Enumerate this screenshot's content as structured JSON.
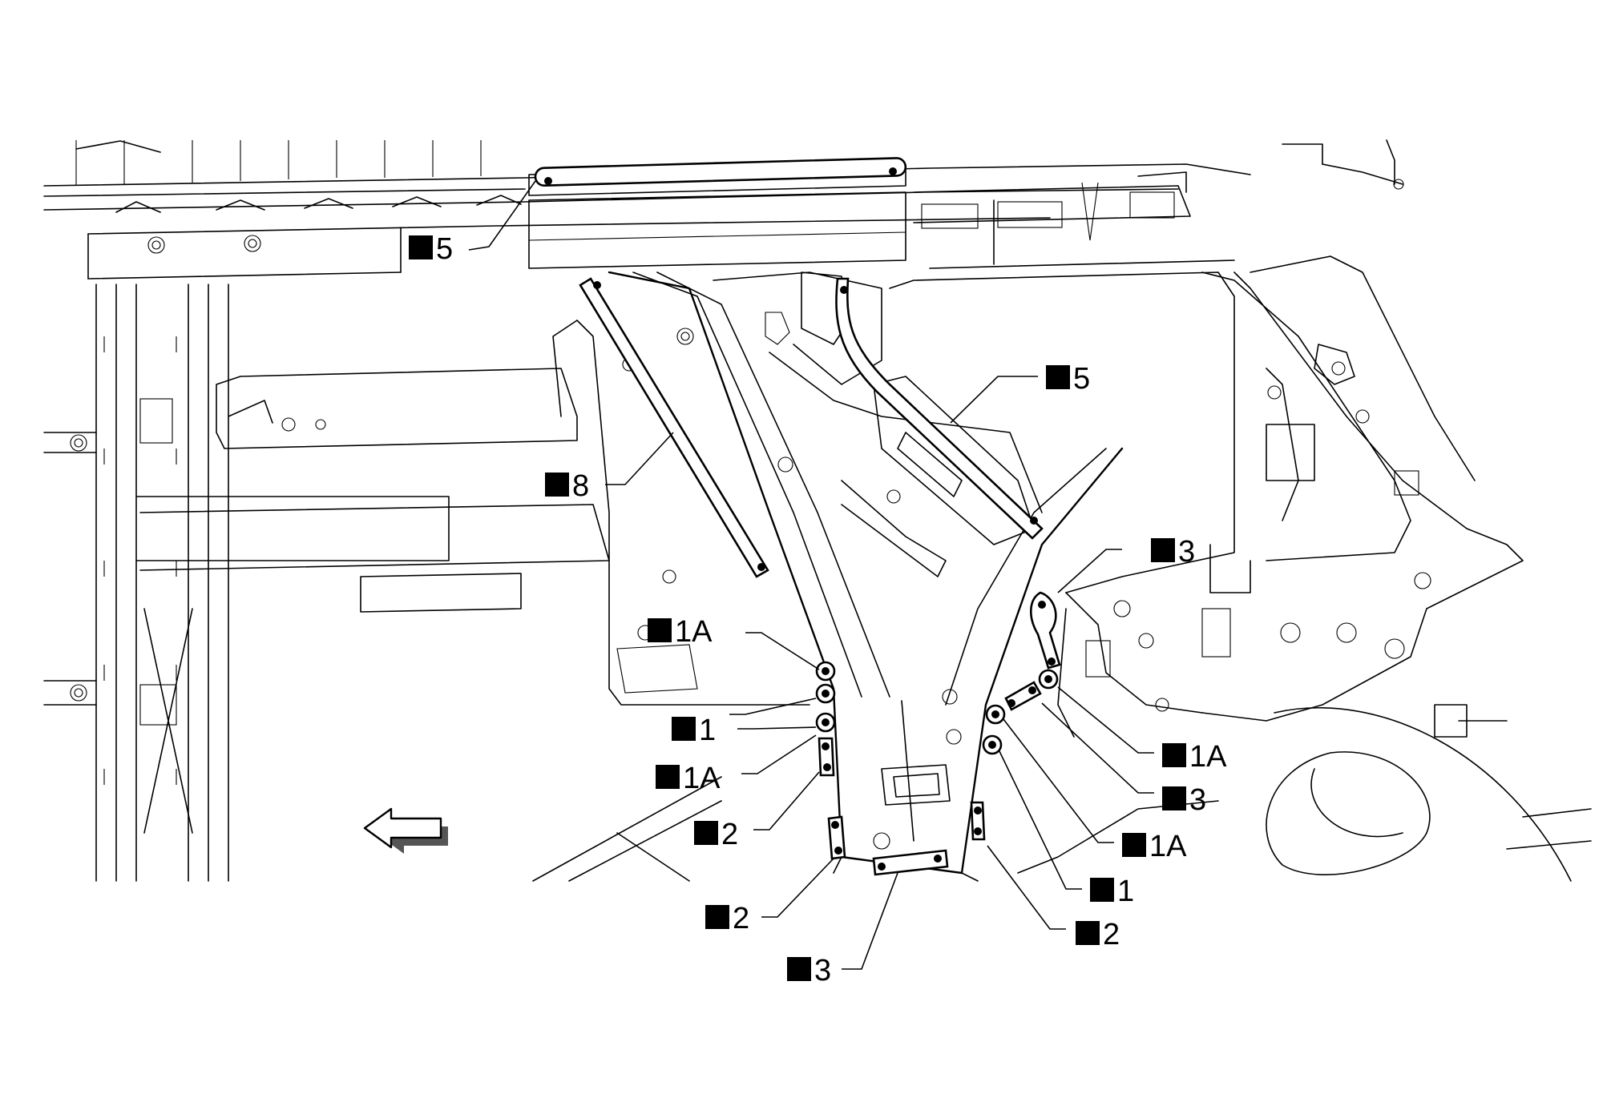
{
  "callouts": [
    {
      "marker": "■",
      "label": "5"
    },
    {
      "marker": "■",
      "label": "5"
    },
    {
      "marker": "■",
      "label": "8"
    },
    {
      "marker": "■",
      "label": "3"
    },
    {
      "marker": "■",
      "label": "1A"
    },
    {
      "marker": "■",
      "label": "1"
    },
    {
      "marker": "■",
      "label": "1A"
    },
    {
      "marker": "■",
      "label": "2"
    },
    {
      "marker": "■",
      "label": "2"
    },
    {
      "marker": "■",
      "label": "3"
    },
    {
      "marker": "■",
      "label": "1A"
    },
    {
      "marker": "■",
      "label": "3"
    },
    {
      "marker": "■",
      "label": "1A"
    },
    {
      "marker": "■",
      "label": "1"
    },
    {
      "marker": "■",
      "label": "2"
    }
  ],
  "direction_arrow": "front-arrow-icon"
}
